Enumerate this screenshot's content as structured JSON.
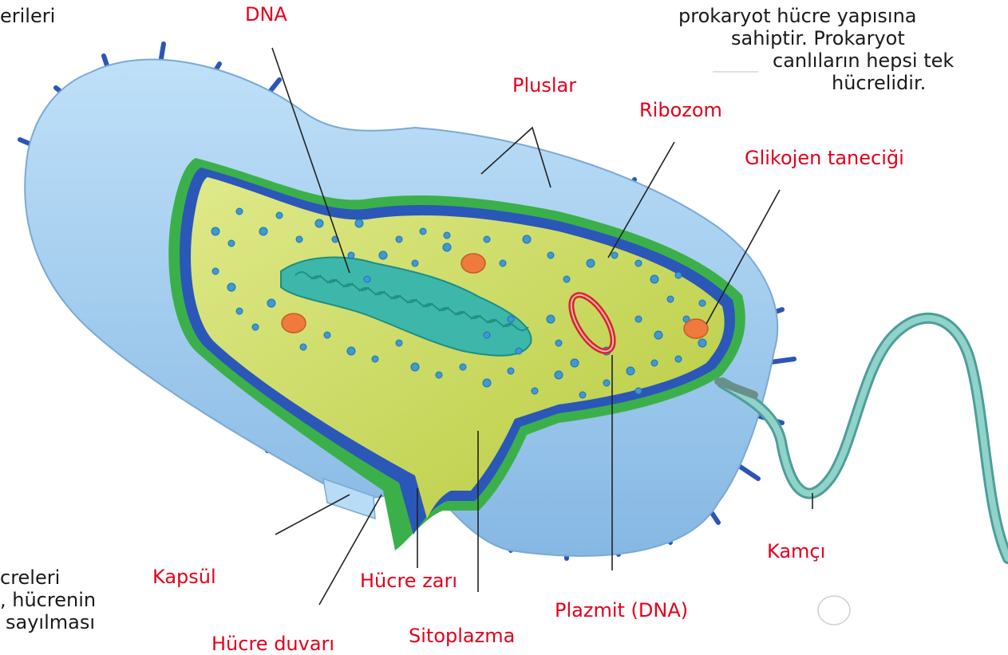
{
  "labels": {
    "dna": "DNA",
    "pili": "Pluslar",
    "ribosome": "Ribozom",
    "glycogen": "Glikojen taneciği",
    "capsule": "Kapsül",
    "cell_membrane": "Hücre zarı",
    "cell_wall": "Hücre duvarı",
    "cytoplasm": "Sitoplazma",
    "plasmid": "Plazmit (DNA)",
    "flagellum": "Kamçı"
  },
  "text_top_left": "erileri",
  "text_top_right": [
    "prokaryot hücre yapısına",
    "sahiptir. Prokaryot",
    "canlıların hepsi tek",
    "hücrelidir."
  ],
  "text_bottom_left": [
    "creleri",
    ", hücrenin",
    "sayılması"
  ],
  "colors": {
    "label_red": "#e3001b",
    "capsule_blue": "#9cc8ec",
    "cell_wall_green": "#3bb04a",
    "membrane_blue": "#2b57b8",
    "cytoplasm_yellow": "#c4d64c",
    "dna_teal": "#35b3a8",
    "ribosome_blue": "#3c9ad6",
    "glycogen_orange": "#ef7a3e",
    "plasmid_red": "#d8262b",
    "flagellum_teal": "#6fbdb7"
  }
}
